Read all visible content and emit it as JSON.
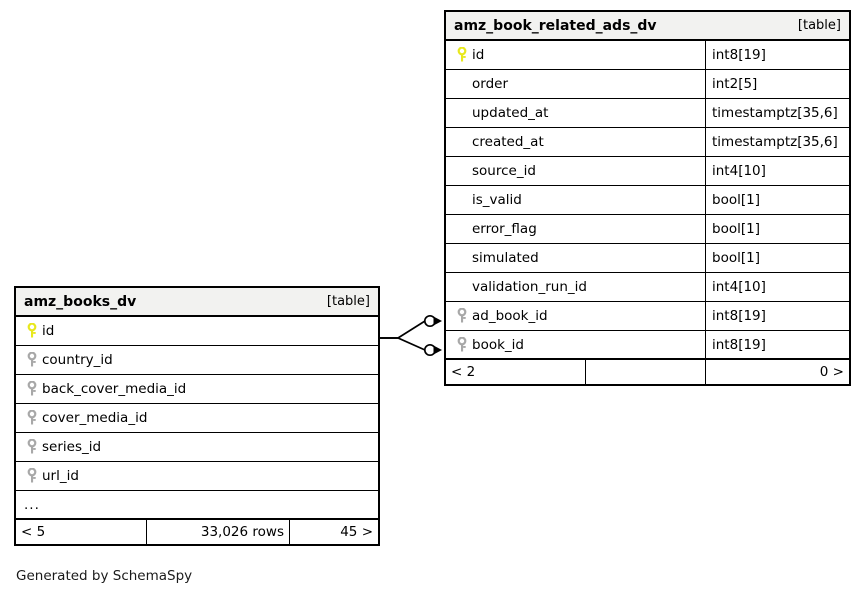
{
  "diagram": {
    "type": "entity-relationship-diagram",
    "caption": "Generated by SchemaSpy",
    "colors": {
      "primary_key": "#e8e81e",
      "foreign_key": "#a8a8a8",
      "border": "#000000",
      "header_background": "#f2f2f0",
      "body_background": "#ffffff"
    }
  },
  "tables": [
    {
      "id": "amz_books_dv",
      "name": "amz_books_dv",
      "tag": "[table]",
      "columns": [
        {
          "name": "id",
          "type": "",
          "key": "primary-key-icon"
        },
        {
          "name": "country_id",
          "type": "",
          "key": "foreign-key-icon"
        },
        {
          "name": "back_cover_media_id",
          "type": "",
          "key": "foreign-key-icon"
        },
        {
          "name": "cover_media_id",
          "type": "",
          "key": "foreign-key-icon"
        },
        {
          "name": "series_id",
          "type": "",
          "key": "foreign-key-icon"
        },
        {
          "name": "url_id",
          "type": "",
          "key": "foreign-key-icon"
        },
        {
          "name": "...",
          "type": "",
          "key": "none"
        }
      ],
      "footer": {
        "left": "< 5",
        "middle": "33,026 rows",
        "right": "45 >"
      }
    },
    {
      "id": "amz_book_related_ads_dv",
      "name": "amz_book_related_ads_dv",
      "tag": "[table]",
      "columns": [
        {
          "name": "id",
          "type": "int8[19]",
          "key": "primary-key-icon"
        },
        {
          "name": "order",
          "type": "int2[5]",
          "key": "none"
        },
        {
          "name": "updated_at",
          "type": "timestamptz[35,6]",
          "key": "none"
        },
        {
          "name": "created_at",
          "type": "timestamptz[35,6]",
          "key": "none"
        },
        {
          "name": "source_id",
          "type": "int4[10]",
          "key": "none"
        },
        {
          "name": "is_valid",
          "type": "bool[1]",
          "key": "none"
        },
        {
          "name": "error_flag",
          "type": "bool[1]",
          "key": "none"
        },
        {
          "name": "simulated",
          "type": "bool[1]",
          "key": "none"
        },
        {
          "name": "validation_run_id",
          "type": "int4[10]",
          "key": "none"
        },
        {
          "name": "ad_book_id",
          "type": "int8[19]",
          "key": "foreign-key-icon"
        },
        {
          "name": "book_id",
          "type": "int8[19]",
          "key": "foreign-key-icon"
        }
      ],
      "footer": {
        "left": "< 2",
        "middle": "",
        "right": "0 >"
      }
    }
  ],
  "relationships": [
    {
      "from_table": "amz_books_dv",
      "from_column": "id",
      "to_table": "amz_book_related_ads_dv",
      "to_column": "ad_book_id",
      "from_cardinality": "one",
      "to_cardinality": "zero-or-many"
    },
    {
      "from_table": "amz_books_dv",
      "from_column": "id",
      "to_table": "amz_book_related_ads_dv",
      "to_column": "book_id",
      "from_cardinality": "one",
      "to_cardinality": "zero-or-many"
    }
  ]
}
